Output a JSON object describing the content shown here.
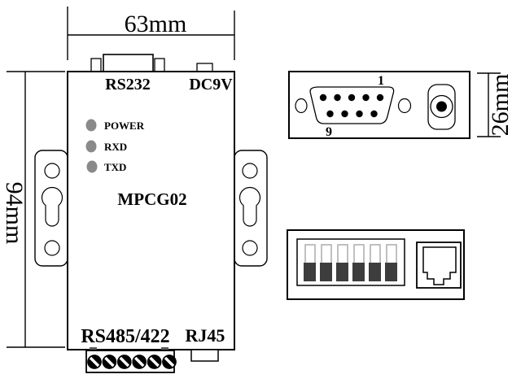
{
  "device": {
    "model": "MPCG02",
    "top_ports": {
      "rs232": "RS232",
      "dc9v": "DC9V"
    },
    "leds": [
      {
        "label": "POWER"
      },
      {
        "label": "RXD"
      },
      {
        "label": "TXD"
      }
    ],
    "bottom_ports": {
      "rs485": "RS485/422",
      "rj45": "RJ45"
    }
  },
  "dimensions": {
    "width": "63mm",
    "height": "94mm",
    "depth": "26mm"
  },
  "db9_pins": {
    "first": "1",
    "last": "9"
  },
  "colors": {
    "line": "#000000",
    "led": "#8a8a8a",
    "dip_handle": "#3d3d3d",
    "dip_slot": "#b0b0b0",
    "screw_tab": "#595959"
  }
}
